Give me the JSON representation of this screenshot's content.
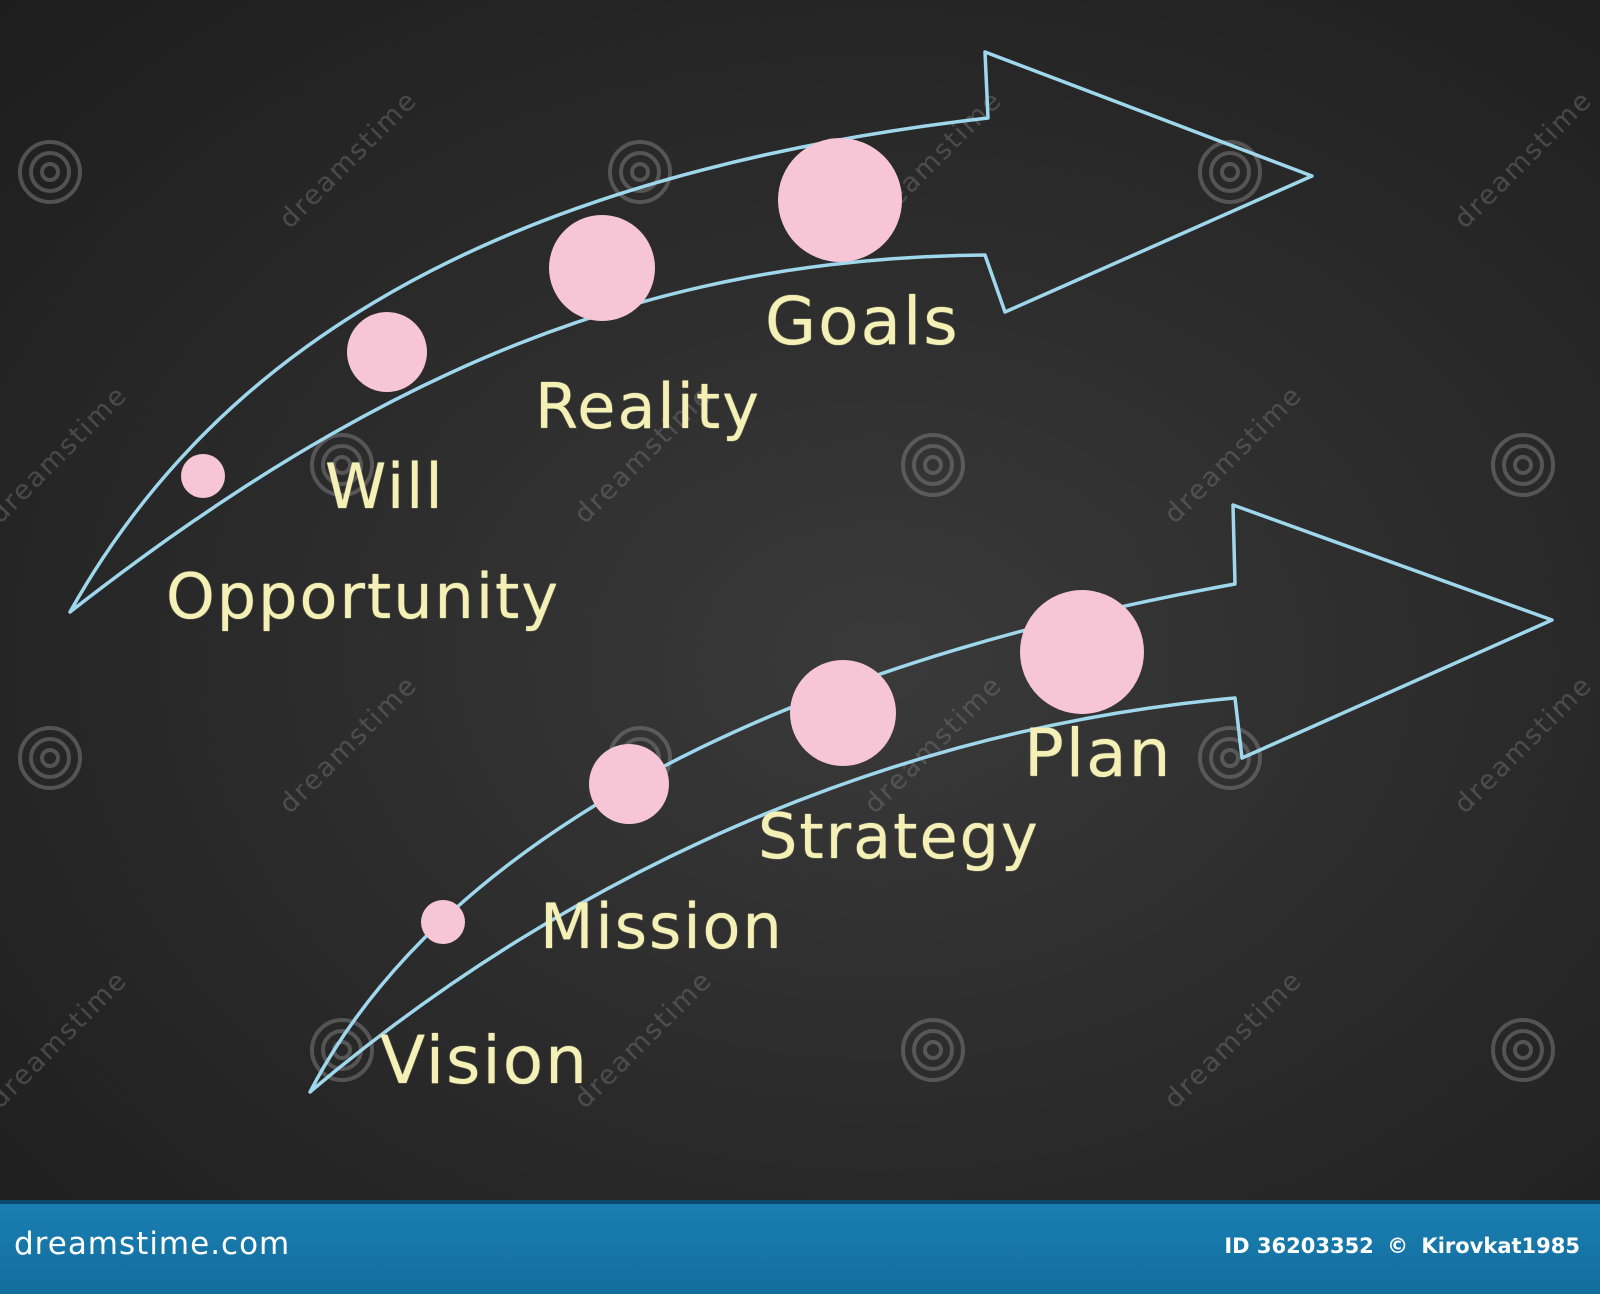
{
  "colors": {
    "background": "#2c2c2c",
    "arrow_stroke": "#9fd7ec",
    "dot_fill": "#f6c5d6",
    "chalk_text": "#f4f0b6",
    "footer": "#1a7fb3",
    "watermark": "#7a7a7a"
  },
  "upper_arrow": {
    "labels": [
      "Opportunity",
      "Will",
      "Reality",
      "Goals"
    ]
  },
  "lower_arrow": {
    "labels": [
      "Vision",
      "Mission",
      "Strategy",
      "Plan"
    ]
  },
  "watermark": {
    "text": "dreamstime",
    "icon": "spiral-icon"
  },
  "footer": {
    "brand": "dreamstime.com",
    "id_label": "ID 36203352",
    "copyright_symbol": "©",
    "author": "Kirovkat1985"
  }
}
